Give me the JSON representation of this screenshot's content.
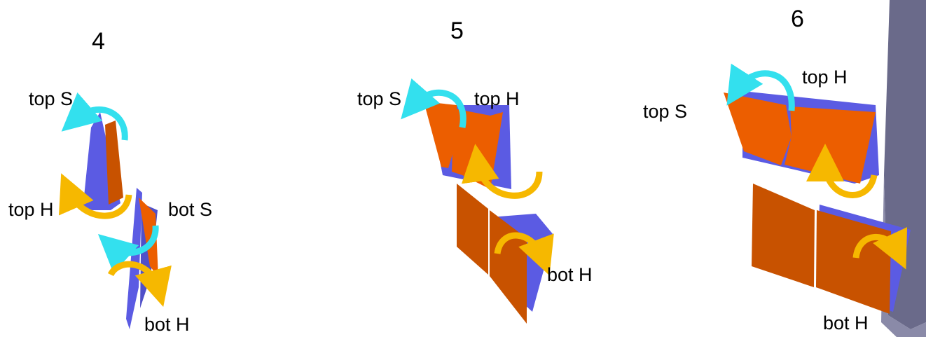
{
  "panels": [
    {
      "number": "4",
      "labels": {
        "top_s": "top S",
        "top_h": "top H",
        "bot_s": "bot S",
        "bot_h": "bot H"
      }
    },
    {
      "number": "5",
      "labels": {
        "top_s": "top S",
        "top_h": "top H",
        "bot_h": "bot H"
      }
    },
    {
      "number": "6",
      "labels": {
        "top_s": "top S",
        "top_h": "top H",
        "bot_h": "bot H"
      }
    }
  ],
  "colors": {
    "orange_panel": "#ec5e00",
    "dark_orange_panel": "#c85200",
    "blue_panel": "#5b5be3",
    "cyan_arrow": "#33e0ee",
    "yellow_arrow": "#f6b800",
    "wall": "#6a6a8a"
  },
  "icons": [
    "rotation-arrow-cyan-icon",
    "rotation-arrow-yellow-icon"
  ]
}
